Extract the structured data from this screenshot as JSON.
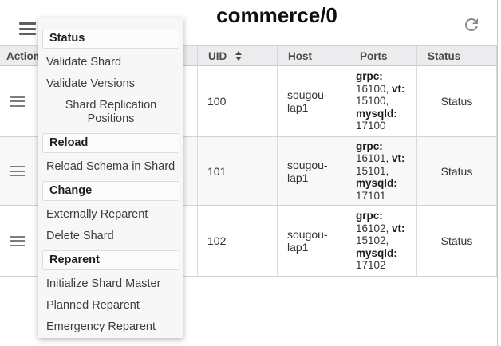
{
  "toolbar": {
    "title": "commerce/0"
  },
  "menu": {
    "sections": [
      {
        "header": "Status",
        "items": [
          "Validate Shard",
          "Validate Versions",
          "Shard Replication Positions"
        ]
      },
      {
        "header": "Reload",
        "items": [
          "Reload Schema in Shard"
        ]
      },
      {
        "header": "Change",
        "items": [
          "Externally Reparent",
          "Delete Shard"
        ]
      },
      {
        "header": "Reparent",
        "items": [
          "Initialize Shard Master",
          "Planned Reparent",
          "Emergency Reparent"
        ]
      }
    ]
  },
  "table": {
    "headers": {
      "actions": "Actions",
      "hidden": "",
      "uid": "UID",
      "host": "Host",
      "ports": "Ports",
      "status": "Status"
    },
    "rows": [
      {
        "uid": "100",
        "host": "sougou-lap1",
        "ports": [
          {
            "label": "grpc:",
            "value": "16100,"
          },
          {
            "label": "vt:",
            "value": "15100,"
          },
          {
            "label": "mysqld:",
            "value": "17100"
          }
        ],
        "status": "Status"
      },
      {
        "uid": "101",
        "host": "sougou-lap1",
        "ports": [
          {
            "label": "grpc:",
            "value": "16101,"
          },
          {
            "label": "vt:",
            "value": "15101,"
          },
          {
            "label": "mysqld:",
            "value": "17101"
          }
        ],
        "status": "Status"
      },
      {
        "uid": "102",
        "host": "sougou-lap1",
        "ports": [
          {
            "label": "grpc:",
            "value": "16102,"
          },
          {
            "label": "vt:",
            "value": "15102,"
          },
          {
            "label": "mysqld:",
            "value": "17102"
          }
        ],
        "status": "Status"
      }
    ]
  },
  "icons": {
    "toolbar_menu": "hamburger-icon",
    "refresh": "refresh-icon",
    "row_actions": "hamburger-icon",
    "uid_sort": "sort-arrows-icon"
  },
  "colors": {
    "header_bg": "#ececee",
    "alt_row_bg": "#f8f8f8",
    "menu_bg": "#f7f7f7",
    "table_border": "#d6d6d6",
    "icon_gray": "#8a8a8a",
    "title_text": "#0f0f0f"
  }
}
